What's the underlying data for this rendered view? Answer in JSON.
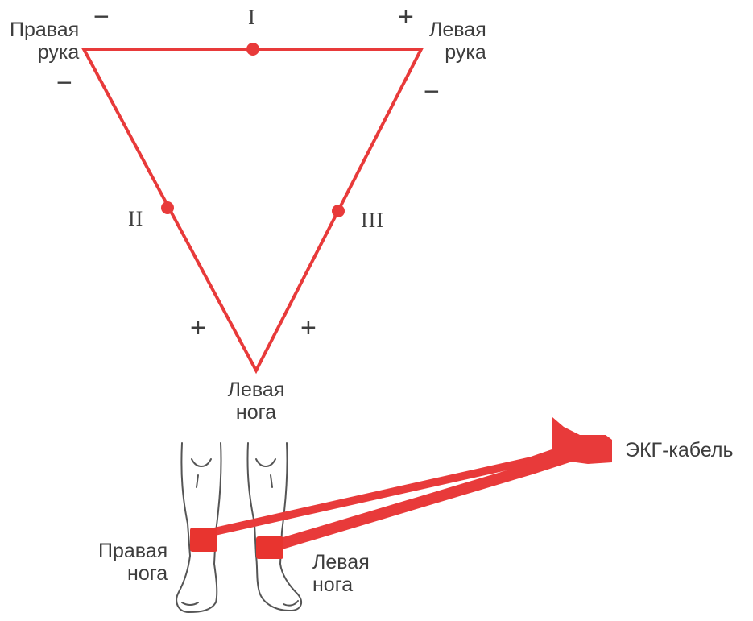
{
  "colors": {
    "wire": "#e83a3a",
    "electrode": "#e8342f",
    "text": "#3d3d3d",
    "leg_outline": "#555555"
  },
  "labels": {
    "right_arm": [
      "Правая",
      "рука"
    ],
    "left_arm": [
      "Левая",
      "рука"
    ],
    "left_leg_top": [
      "Левая",
      "нога"
    ],
    "right_leg_bottom": [
      "Правая",
      "нога"
    ],
    "left_leg_bottom": [
      "Левая",
      "нога"
    ],
    "ecg_cable": "ЭКГ-кабель"
  },
  "leads": {
    "lead_1": "I",
    "lead_2": "II",
    "lead_3": "III"
  },
  "polarity": {
    "lead1_right_arm": "−",
    "lead1_left_arm": "+",
    "lead2_right_arm": "−",
    "lead3_left_arm": "−",
    "lead2_left_leg": "+",
    "lead3_left_leg": "+"
  }
}
